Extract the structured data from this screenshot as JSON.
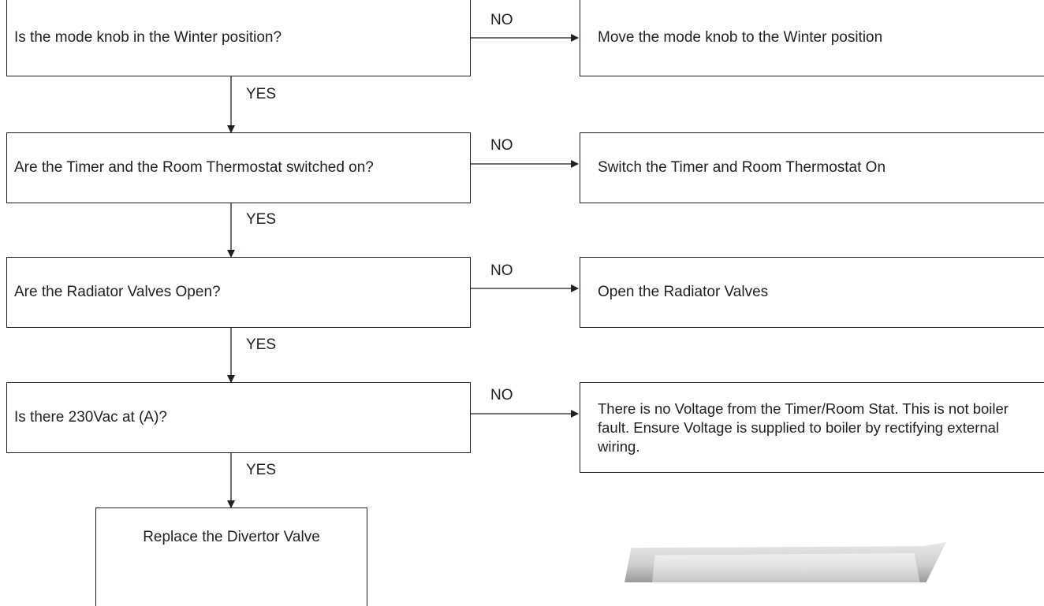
{
  "steps": [
    {
      "question": "Is the mode knob in the Winter position?",
      "no_label": "NO",
      "action": "Move the mode knob to the Winter position",
      "yes_label": "YES"
    },
    {
      "question": "Are the Timer and the Room Thermostat switched on?",
      "no_label": "NO",
      "action": "Switch the Timer and Room Thermostat On",
      "yes_label": "YES"
    },
    {
      "question": "Are the Radiator Valves Open?",
      "no_label": "NO",
      "action": "Open the Radiator Valves",
      "yes_label": "YES"
    },
    {
      "question": "Is there 230Vac at (A)?",
      "no_label": "NO",
      "action": "There is no Voltage from the Timer/Room Stat.  This is not boiler fault.  Ensure Voltage is supplied to boiler by rectifying external wiring.",
      "yes_label": "YES"
    }
  ],
  "final_action": "Replace the Divertor Valve",
  "colors": {
    "line": "#231f20",
    "background": "#ffffff"
  }
}
